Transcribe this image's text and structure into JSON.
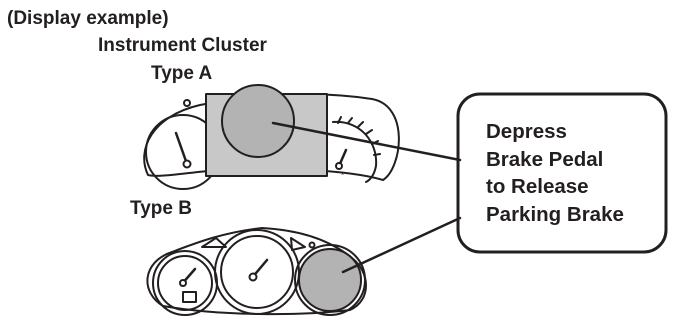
{
  "header": {
    "display_example": "(Display example)",
    "cluster_title": "Instrument Cluster"
  },
  "types": {
    "a_label": "Type A",
    "b_label": "Type B"
  },
  "callout": {
    "lines": [
      "Depress",
      "Brake Pedal",
      "to Release",
      "Parking Brake"
    ]
  },
  "colors": {
    "line": "#231f20",
    "display_fill": "#c8c8c8",
    "highlight_fill": "#b3b3b3"
  }
}
